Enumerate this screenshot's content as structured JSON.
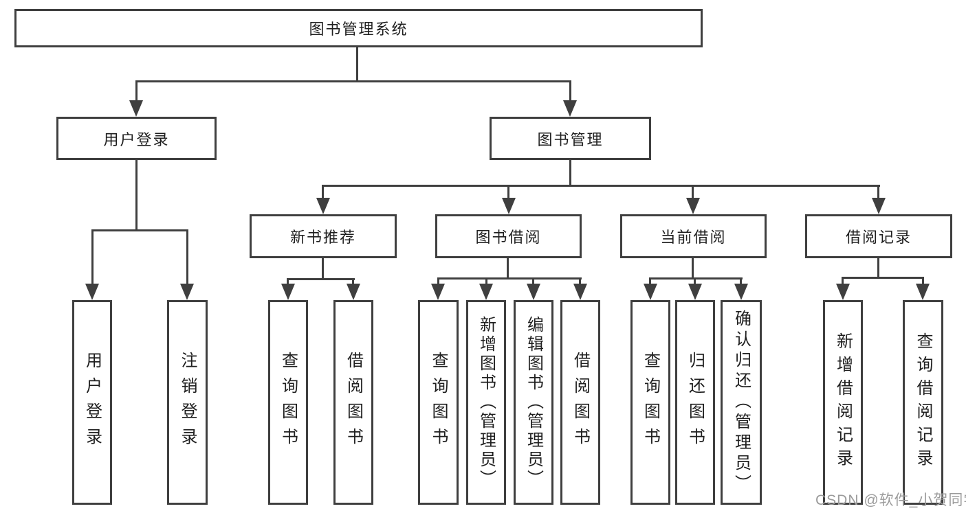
{
  "colors": {
    "background": "#ffffff",
    "line": "#3f3f3f",
    "text": "#1f1f1f",
    "watermark": "#9b9b9b"
  },
  "tree": {
    "root": {
      "label": "图书管理系统"
    },
    "branches": [
      {
        "label": "用户登录",
        "children": [
          {
            "label": "用户登录"
          },
          {
            "label": "注销登录"
          }
        ]
      },
      {
        "label": "图书管理",
        "children": [
          {
            "label": "新书推荐",
            "children": [
              {
                "label": "查询图书"
              },
              {
                "label": "借阅图书"
              }
            ]
          },
          {
            "label": "图书借阅",
            "children": [
              {
                "label": "查询图书"
              },
              {
                "label": "新增图书（管理员）"
              },
              {
                "label": "编辑图书（管理员）"
              },
              {
                "label": "借阅图书"
              }
            ]
          },
          {
            "label": "当前借阅",
            "children": [
              {
                "label": "查询图书"
              },
              {
                "label": "归还图书"
              },
              {
                "label": "确认归还（管理员）"
              }
            ]
          },
          {
            "label": "借阅记录",
            "children": [
              {
                "label": "新增借阅记录"
              },
              {
                "label": "查询借阅记录"
              }
            ]
          }
        ]
      }
    ]
  },
  "watermark": {
    "text": "CSDN @软件_小贺同学"
  }
}
